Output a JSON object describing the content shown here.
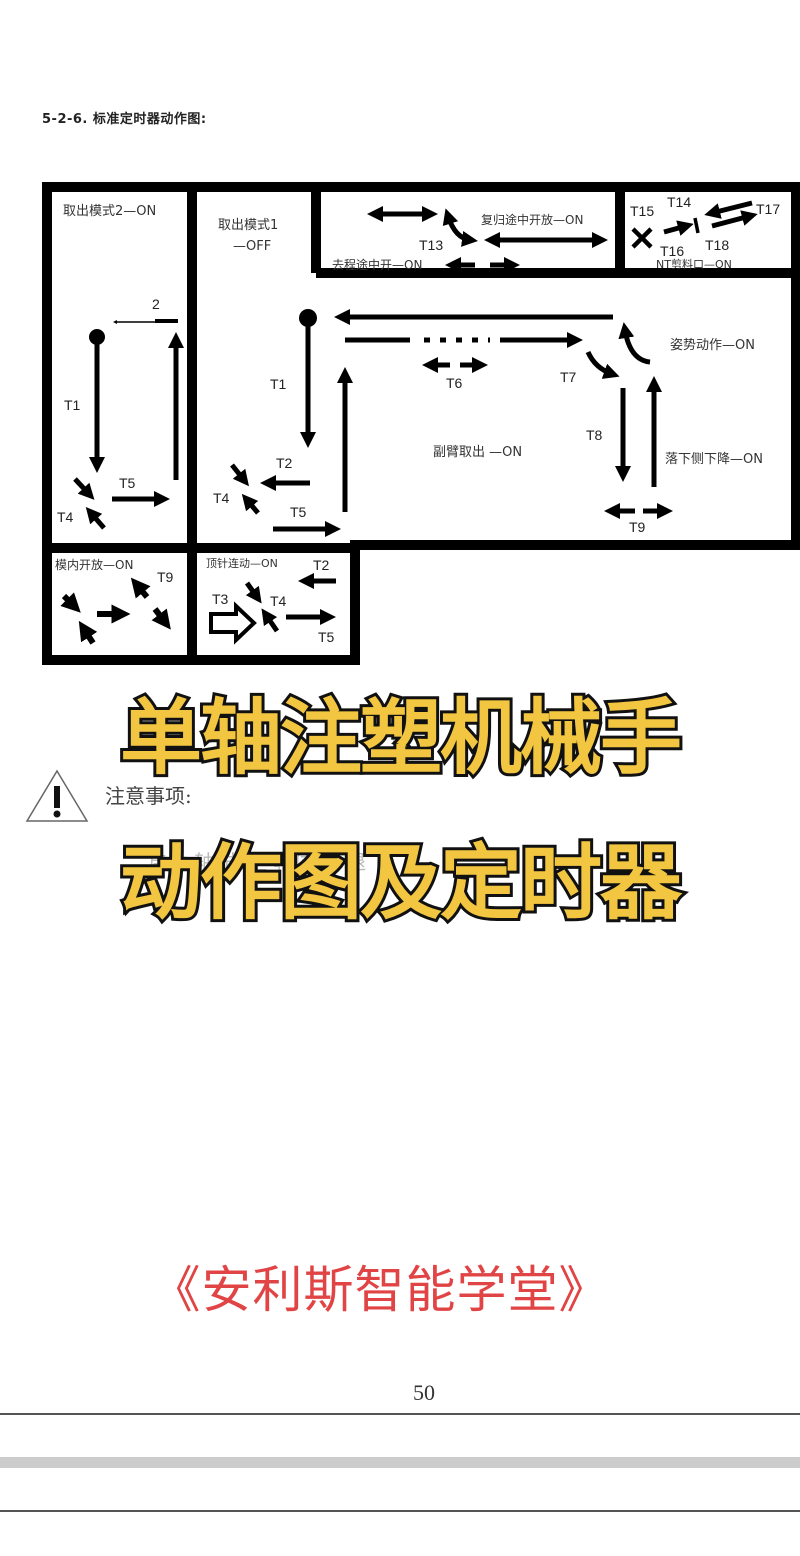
{
  "document": {
    "section_title": "5-2-6. 标准定时器动作图:",
    "page_number": "50"
  },
  "diagram": {
    "panels": {
      "take_mode2": {
        "label": "取出模式2—ON"
      },
      "take_mode1": {
        "label_line1": "取出模式1",
        "label_line2": "—OFF"
      },
      "return_open": {
        "label": "复归途中开放—ON"
      },
      "outbound_open": {
        "label": "去程途中开—ON"
      },
      "nt_cut": {
        "label": "NT剪料口—ON"
      },
      "posture": {
        "label": "姿势动作—ON"
      },
      "sub_arm": {
        "label": "副臂取出 —ON"
      },
      "side_descend": {
        "label": "落下侧下降—ON"
      },
      "mold_open": {
        "label": "模内开放—ON"
      },
      "ejector_link": {
        "label": "顶针连动—ON"
      }
    },
    "timers": {
      "t1_left": "T1",
      "t4_left": "T4",
      "t5_left": "T5",
      "two_left": "2",
      "t1_mid": "T1",
      "t2_mid": "T2",
      "t4_mid": "T4",
      "t5_mid": "T5",
      "t6": "T6",
      "t7": "T7",
      "t8": "T8",
      "t9_mid": "T9",
      "t13": "T13",
      "t14": "T14",
      "t15": "T15",
      "t16": "T16",
      "t17": "T17",
      "t18": "T18",
      "t9_bottom": "T9",
      "t2_bottom": "T2",
      "t3_bottom": "T3",
      "t4_bottom": "T4",
      "t5_bottom": "T5"
    }
  },
  "overlay": {
    "title_line1": "单轴注塑机械手",
    "title_line2": "动作图及定时器",
    "title_color": "#f3c642",
    "brand": "《安利斯智能学堂》",
    "brand_color": "#e14444"
  },
  "notice": {
    "heading": "注意事项:",
    "faded_line": "启动    轴    式 定 轴位    定    退"
  }
}
